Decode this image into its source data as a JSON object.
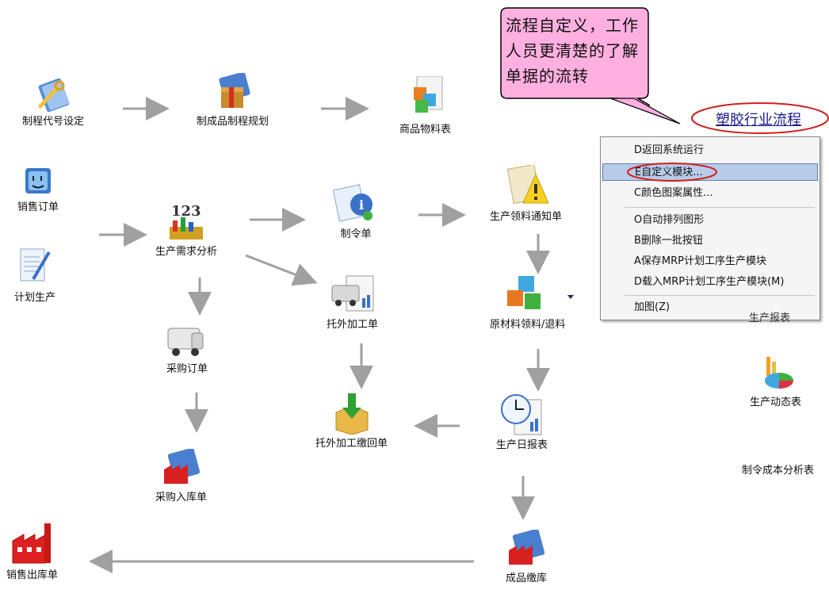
{
  "callout": {
    "text": "流程自定义，工作人员更清楚的了解单据的流转"
  },
  "title_link": {
    "label": "塑胶行业流程"
  },
  "context_menu": {
    "items": [
      {
        "label": "D返回系统运行"
      },
      {
        "label": "E自定义模块..."
      },
      {
        "label": "C颜色图案属性..."
      },
      {
        "label": "O自动排列图形"
      },
      {
        "label": "B删除一批按钮"
      },
      {
        "label": "A保存MRP计划工序生产模块"
      },
      {
        "label": "D载入MRP计划工序生产模块(M)"
      },
      {
        "label": "加图(Z)"
      }
    ],
    "selected_index": 1
  },
  "nodes": {
    "code_setup": "制程代号设定",
    "process_plan": "制成品制程规划",
    "bom": "商品物料表",
    "sales_order": "销售订单",
    "mrp": "生产需求分析",
    "work_order": "制令单",
    "pick_notice": "生产领料通知单",
    "plan_prod": "计划生产",
    "outsource": "托外加工单",
    "material": "原材料领料/退料",
    "purchase": "采购订单",
    "outsource_return": "托外加工缴回单",
    "daily_report": "生产日报表",
    "purchase_in": "采购入库单",
    "sales_out": "销售出库单",
    "finished_in": "成品缴库",
    "dynamic": "生产动态表",
    "cost": "制令成本分析表",
    "partial_hidden": "生产报表"
  },
  "colors": {
    "arrow": "#a0a0a0",
    "callout_fill": "#ffb0e0",
    "accent_red": "#d02020",
    "menu_highlight": "#b8cbe8"
  }
}
